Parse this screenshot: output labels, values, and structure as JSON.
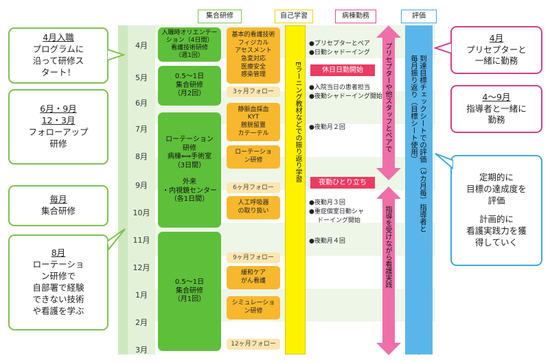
{
  "headers": {
    "group_training": "集合研修",
    "self_study": "自己学習",
    "ward_duty": "病棟勤務",
    "evaluation": "評価"
  },
  "months": [
    "4月",
    "5月",
    "6月",
    "7月",
    "8月",
    "9月",
    "10月",
    "11月",
    "12月",
    "1月",
    "2月",
    "3月"
  ],
  "green_blocks": {
    "orientation": {
      "title": "入職時オリエンテーション（4日間）",
      "sub": "看護技術研修",
      "days": "（週1回）"
    },
    "group_may": {
      "line1": "0.5～1日",
      "line2": "集合研修",
      "line3": "（月2回）"
    },
    "rotation": {
      "line1": "ローテーション",
      "line2": "研修",
      "line3a": "病棟",
      "arrow": "⟺",
      "line3b": "手術室",
      "line4": "（3日間）",
      "line5": "外来",
      "line6": "・内視鏡センター",
      "line7": "（各1日間）"
    },
    "group_dec": {
      "line1": "0.5～1日",
      "line2": "集合研修",
      "line3": "（月1回）"
    }
  },
  "orange_blocks": {
    "basic": [
      "基本的看護技術",
      "フィジカル",
      "アセスメント",
      "急変対応",
      "医療安全",
      "感染管理"
    ],
    "iv": [
      "静脈血採血",
      "KYT",
      "膀胱留置",
      "カテーテル"
    ],
    "rotation_training": [
      "ローテーショ",
      "ン研修"
    ],
    "ventilator": [
      "人工呼吸器",
      "の取り扱い"
    ],
    "palliative": [
      "緩和ケア",
      "がん看護"
    ],
    "simulation": [
      "シミュレーショ",
      "ン研修"
    ]
  },
  "followups": {
    "m3": "3ヶ月フォロー",
    "m6": "6ヶ月フォロー",
    "m9": "9ヶ月フォロー",
    "m12": "12ヶ月フォロー"
  },
  "self_study_text": "Eラーニング教材などでの振り返り学習",
  "ward": {
    "preceptor_pair": "●プリセプターとペア",
    "day_shadow": "●日勤シャドーイング",
    "day_shift_start": "休日日勤開始",
    "admission": "●入院当日の患者担当",
    "night_shadow": "●夜勤シャドーイング開始",
    "night2": "●夜勤月２回",
    "night_solo": "夜勤ひとり立ち",
    "night3": "●夜勤月３回",
    "severe1": "●重症個室日勤シャ",
    "severe2": "ドーイング開始",
    "night4": "●夜勤月４回",
    "arrow1": "プリセプターや他スタッフとペアで",
    "arrow2": "指導を受けながら看護実践"
  },
  "evaluation_text": "到達目標チェックシートでの評価（3カ月毎）指導者と毎月振り返り（目標シート使用）",
  "callouts": {
    "april_start": {
      "line1": "4月入職",
      "line2": "プログラムに",
      "line3": "沿って研修ス",
      "line4": "タート！"
    },
    "followup": {
      "line1": "6月・9月",
      "line2": "12・3月",
      "line3": "フォローアップ",
      "line4": "研修"
    },
    "monthly": {
      "line1": "毎月",
      "line2": "集合研修"
    },
    "aug_rotation": {
      "line1": "8月",
      "line2": "ローテーショ",
      "line3": "ン研修で",
      "line4": "自部署で経験",
      "line5": "できない技術",
      "line6": "や看護を学ぶ"
    },
    "april_preceptor": {
      "line1": "4月",
      "line2": "プリセプターと",
      "line3": "一緒に勤務"
    },
    "apr_sep": {
      "line1": "4～9月",
      "line2": "指導者と一緒に",
      "line3": "勤務"
    },
    "evaluation_note": {
      "line1": "定期的に",
      "line2": "目標の達成度を",
      "line3": "評価",
      "line4": "計画的に",
      "line5": "看護実践力を獲",
      "line6": "得していく"
    }
  },
  "colors": {
    "green": "#5ebf3a",
    "orange": "#f8b82e",
    "yellow": "#fff200",
    "pink": "#ef6fa8",
    "blue": "#5ab6ea",
    "red": "#ea3b63"
  }
}
